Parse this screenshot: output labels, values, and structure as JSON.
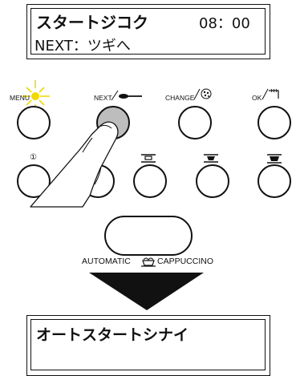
{
  "top_display": {
    "line1": "スタートジコク",
    "time": "08：00",
    "line2": "NEXT：ツギへ"
  },
  "control_panel": {
    "menu_label": "MENU",
    "next_label": "NEXT",
    "change_label": "CHANGE",
    "ok_label": "OK",
    "power_symbol": "①",
    "automatic_label": "AUTOMATIC",
    "cappuccino_label": "CAPPUCCINO"
  },
  "bottom_display": {
    "line1": "オートスタートシナイ"
  },
  "colors": {
    "menu_glow": "#f0d800",
    "pressed_button": "#bdbdbd",
    "stroke": "#111111"
  }
}
